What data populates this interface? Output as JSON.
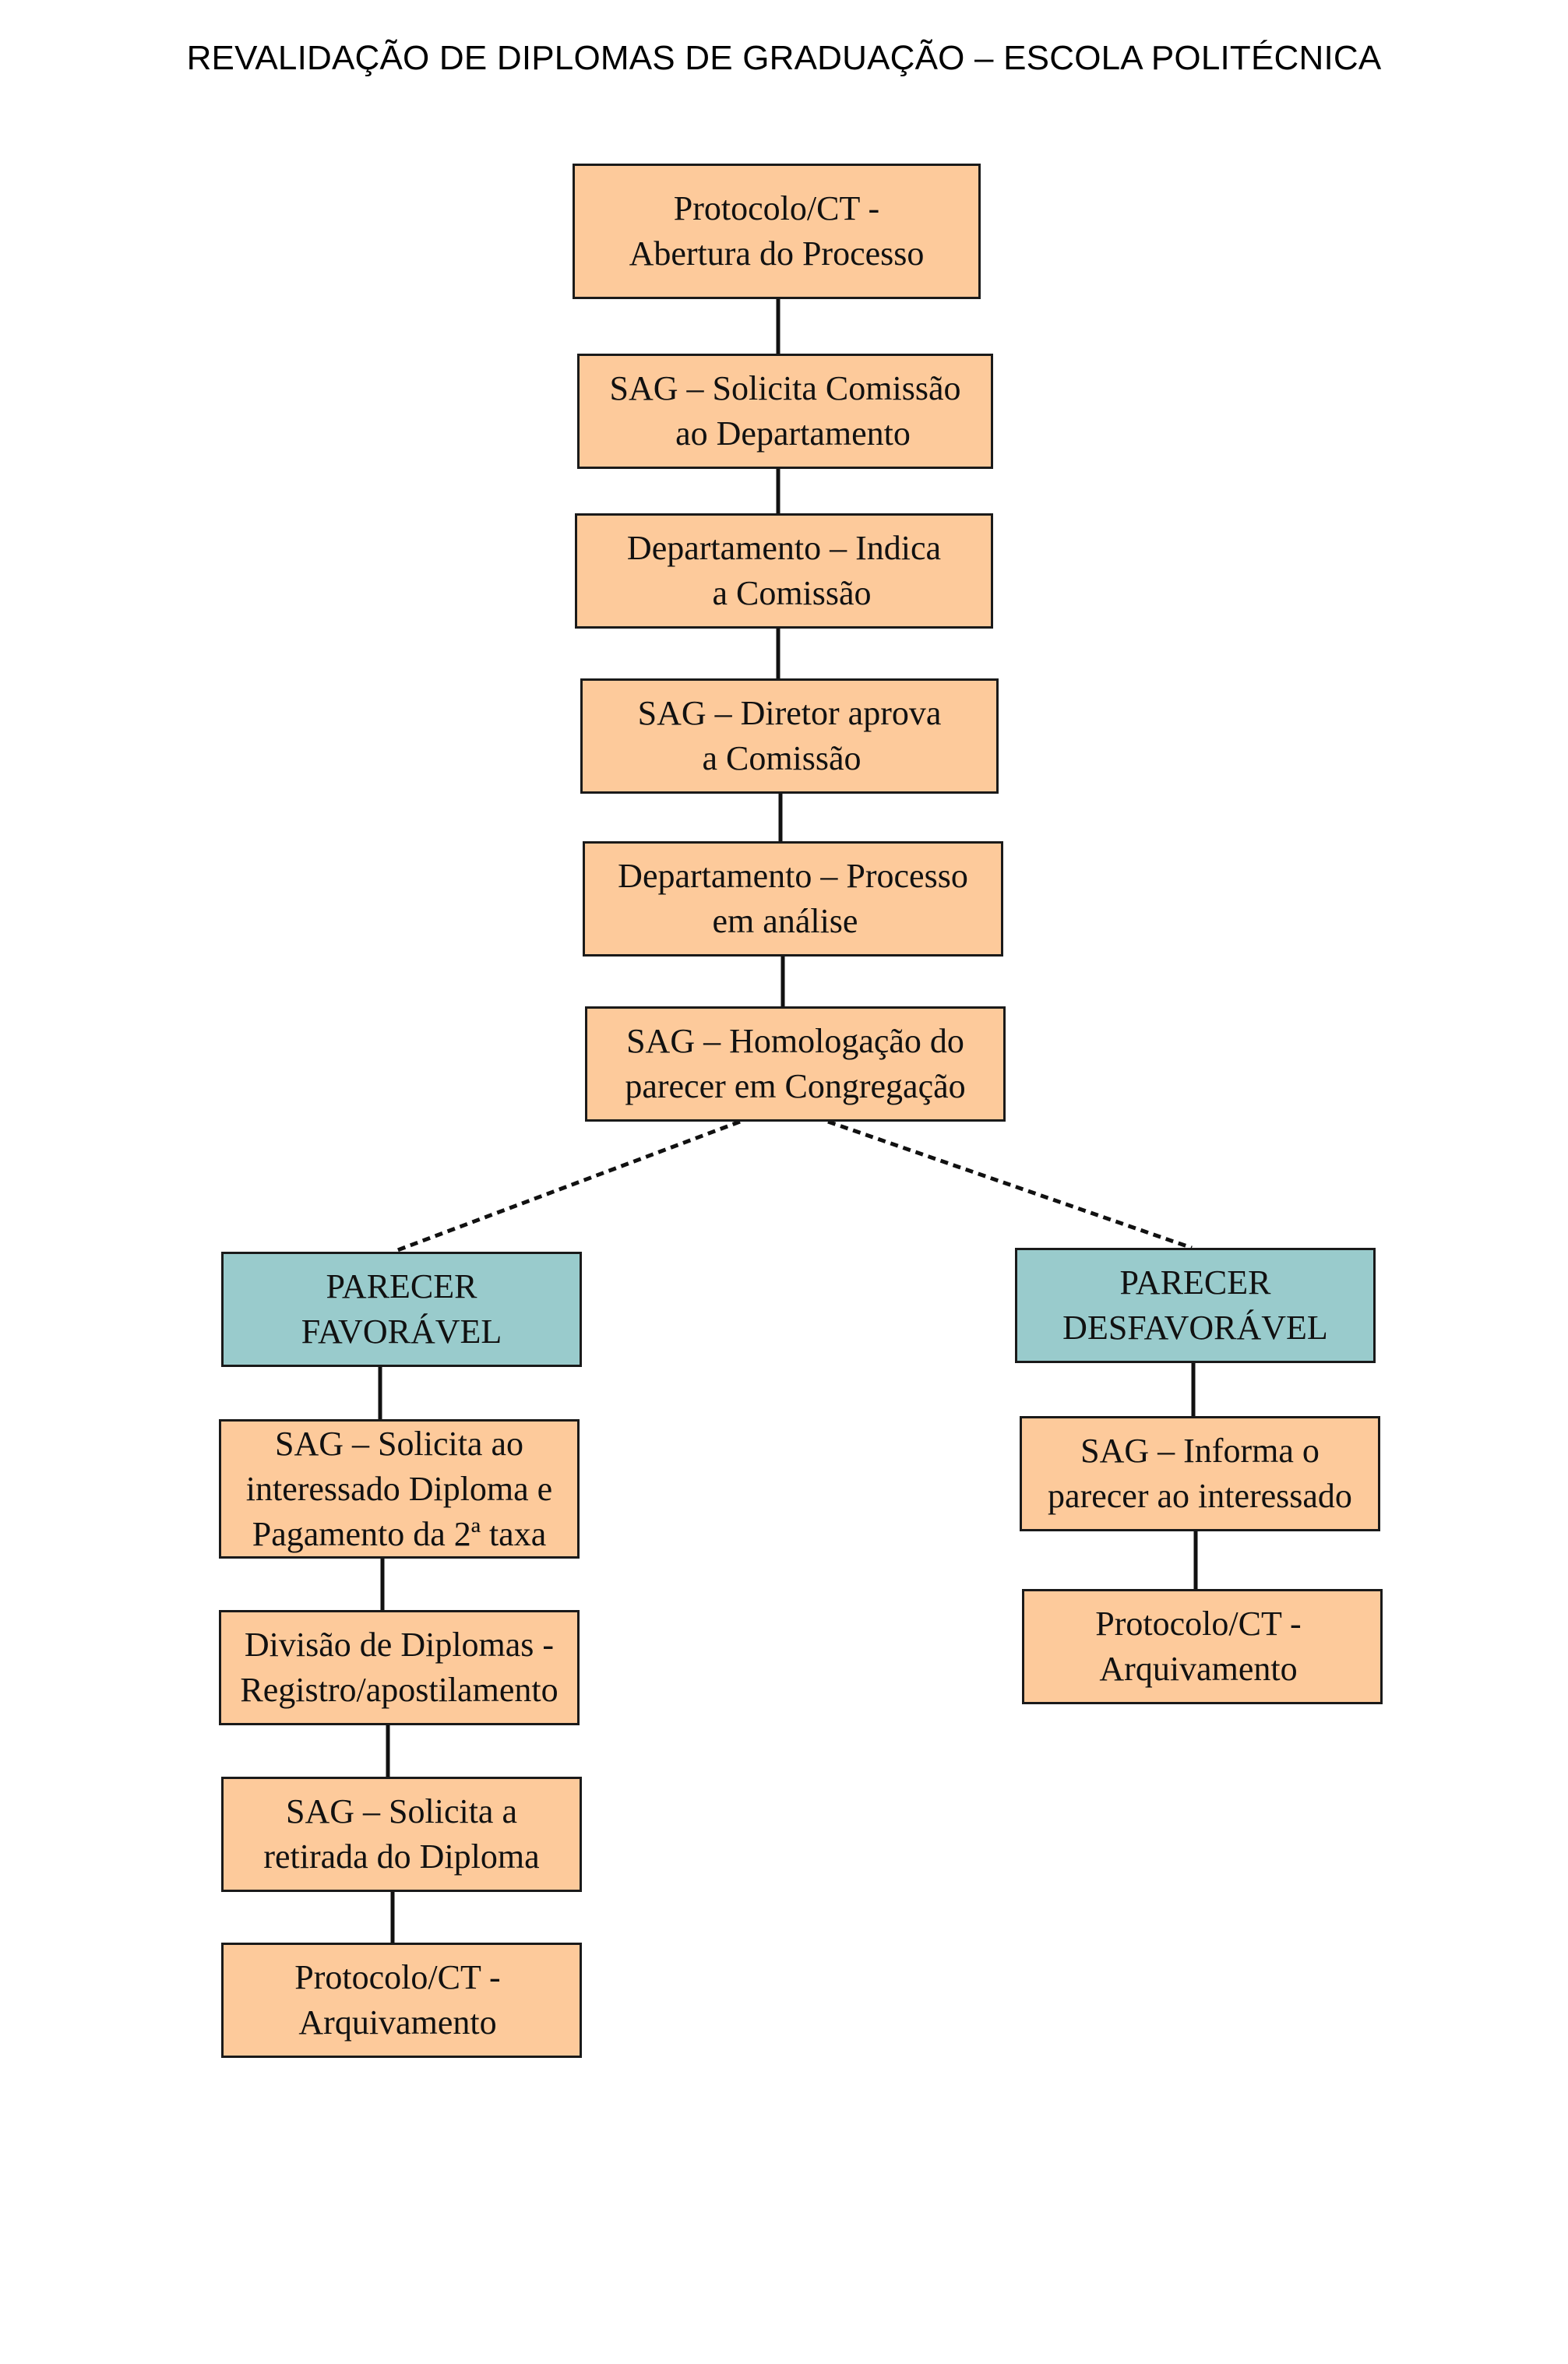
{
  "title": "REVALIDAÇÃO DE DIPLOMAS DE GRADUAÇÃO – ESCOLA POLITÉCNICA",
  "colors": {
    "step_fill": "#fdca9b",
    "outcome_fill": "#99cbcc",
    "border": "#1a1a1a"
  },
  "main_flow": [
    {
      "line1": "Protocolo/CT -",
      "line2": "Abertura do Processo"
    },
    {
      "line1": "SAG – Solicita Comissão",
      "line2": "ao Departamento"
    },
    {
      "line1": "Departamento – Indica",
      "line2": "a Comissão"
    },
    {
      "line1": "SAG – Diretor aprova",
      "line2": "a Comissão"
    },
    {
      "line1": "Departamento – Processo",
      "line2": "em análise"
    },
    {
      "line1": "SAG – Homologação do",
      "line2": "parecer em Congregação"
    }
  ],
  "favorable_branch": {
    "outcome": {
      "line1": "PARECER",
      "line2": "FAVORÁVEL"
    },
    "steps": [
      {
        "line1": "SAG – Solicita ao",
        "line2": "interessado Diploma e",
        "line3": "Pagamento da 2ª taxa"
      },
      {
        "line1": "Divisão de Diplomas -",
        "line2": "Registro/apostilamento"
      },
      {
        "line1": "SAG – Solicita a",
        "line2": "retirada do Diploma"
      },
      {
        "line1": "Protocolo/CT -",
        "line2": "Arquivamento"
      }
    ]
  },
  "unfavorable_branch": {
    "outcome": {
      "line1": "PARECER",
      "line2": "DESFAVORÁVEL"
    },
    "steps": [
      {
        "line1": "SAG – Informa o",
        "line2": "parecer ao interessado"
      },
      {
        "line1": "Protocolo/CT -",
        "line2": "Arquivamento"
      }
    ]
  }
}
